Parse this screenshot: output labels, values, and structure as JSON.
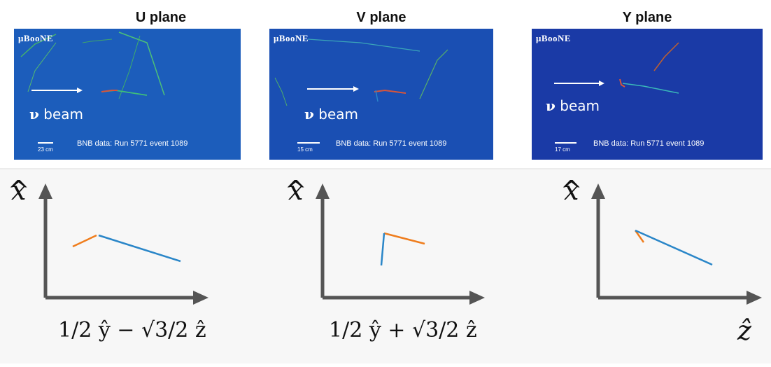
{
  "panels": [
    {
      "title": "U plane",
      "logo": "μBooNE",
      "beam_label": "beam",
      "nu": "ν",
      "info": "BNB data: Run 5771 event 1089",
      "scale": "23 cm",
      "axis_y": "x",
      "axis_x_formula": "1/2 ŷ − √3/2 ẑ"
    },
    {
      "title": "V plane",
      "logo": "μBooNE",
      "beam_label": "beam",
      "nu": "ν",
      "info": "BNB data: Run 5771 event 1089",
      "scale": "15 cm",
      "axis_y": "x",
      "axis_x_formula": "1/2 ŷ + √3/2 ẑ"
    },
    {
      "title": "Y plane",
      "logo": "μBooNE",
      "beam_label": "beam",
      "nu": "ν",
      "info": "BNB data: Run 5771 event 1089",
      "scale": "17 cm",
      "axis_y": "x",
      "axis_x_formula": "ẑ"
    }
  ],
  "colors": {
    "evd_u": "#1c5dbb",
    "evd_v": "#1a4fb3",
    "evd_y": "#1a3aa6",
    "track_orange": "#ef7d1d",
    "track_blue": "#2a86c8",
    "axis": "#555555"
  }
}
